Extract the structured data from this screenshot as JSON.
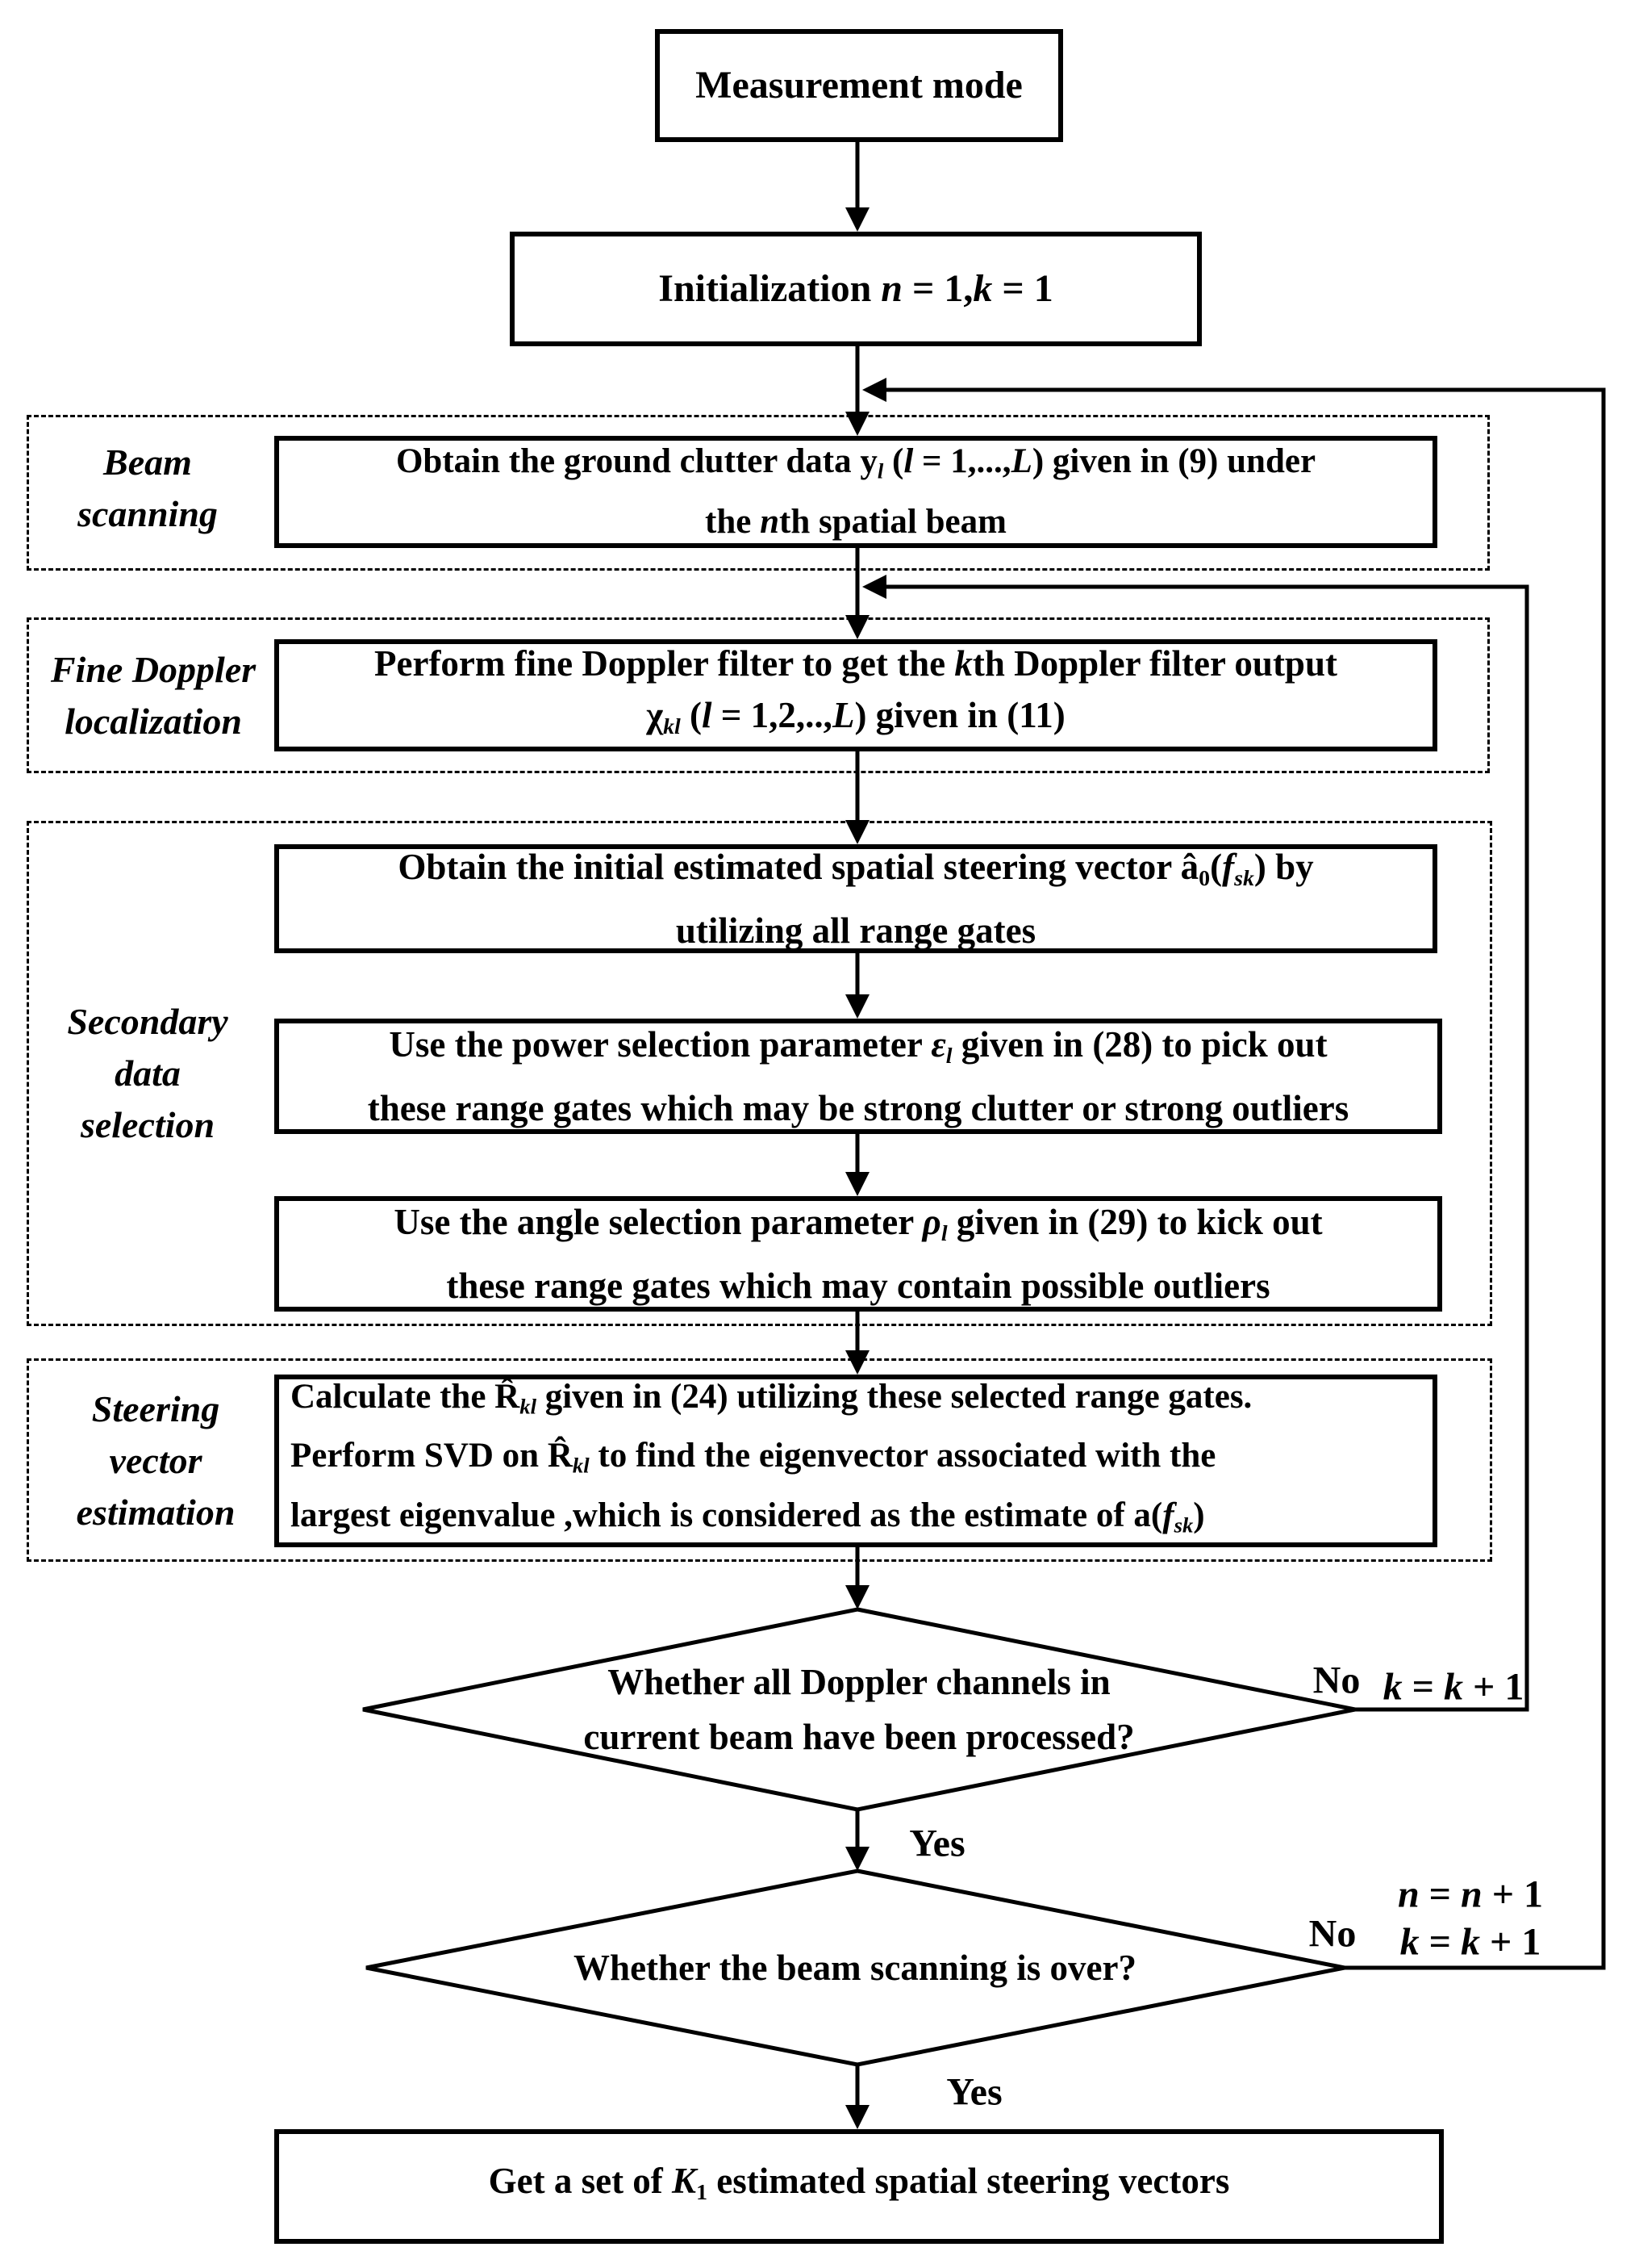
{
  "flow": {
    "start": "Measurement mode",
    "init_segs": [
      {
        "t": "Initialization "
      },
      {
        "t": "n",
        "c": "i"
      },
      {
        "t": " = 1,"
      },
      {
        "t": "k",
        "c": "i"
      },
      {
        "t": " = 1"
      }
    ],
    "groups": {
      "beam": {
        "label": [
          "Beam",
          "scanning"
        ],
        "box": [
          {
            "t": "Obtain the ground clutter data  "
          },
          {
            "t": "y",
            "c": "v"
          },
          {
            "t": "l",
            "c": "sb"
          },
          {
            "t": " ("
          },
          {
            "t": "l",
            "c": "i"
          },
          {
            "t": " = 1,...,"
          },
          {
            "t": "L",
            "c": "i"
          },
          {
            "t": ")  given in (9) under"
          },
          {
            "br": true
          },
          {
            "t": "the "
          },
          {
            "t": "n",
            "c": "i"
          },
          {
            "t": "th spatial beam"
          }
        ]
      },
      "doppler": {
        "label": [
          "Fine Doppler",
          "localization"
        ],
        "box": [
          {
            "t": "Perform fine Doppler filter to get the "
          },
          {
            "t": "k",
            "c": "i"
          },
          {
            "t": "th Doppler filter output"
          },
          {
            "br": true
          },
          {
            "t": "χ",
            "c": "v"
          },
          {
            "t": "kl",
            "c": "sb"
          },
          {
            "t": " ("
          },
          {
            "t": "l",
            "c": "i"
          },
          {
            "t": " = 1,2,..,"
          },
          {
            "t": "L",
            "c": "i"
          },
          {
            "t": ") given in (11)"
          }
        ]
      },
      "secondary": {
        "label": [
          "Secondary",
          "data",
          "selection"
        ],
        "box1": [
          {
            "t": "Obtain the initial estimated spatial steering vector "
          },
          {
            "t": "â",
            "c": "v"
          },
          {
            "t": "0",
            "c": "sbn"
          },
          {
            "t": "("
          },
          {
            "t": "f",
            "c": "i"
          },
          {
            "t": "sk",
            "c": "sb"
          },
          {
            "t": ")  by"
          },
          {
            "br": true
          },
          {
            "t": "utilizing all range gates"
          }
        ],
        "box2": [
          {
            "t": "Use the power selection parameter "
          },
          {
            "t": "ε",
            "c": "i"
          },
          {
            "t": "l",
            "c": "sb"
          },
          {
            "t": " given in (28)  to pick out"
          },
          {
            "br": true
          },
          {
            "t": "these range gates which may be strong clutter or strong outliers"
          }
        ],
        "box3": [
          {
            "t": "Use the angle selection parameter "
          },
          {
            "t": "ρ",
            "c": "i"
          },
          {
            "t": "l",
            "c": "sb"
          },
          {
            "t": "  given in (29) to kick out"
          },
          {
            "br": true
          },
          {
            "t": "these range gates which may contain possible outliers"
          }
        ]
      },
      "steering": {
        "label": [
          "Steering",
          "vector",
          "estimation"
        ],
        "box": [
          {
            "t": "Calculate the "
          },
          {
            "t": "R̂",
            "c": "v"
          },
          {
            "t": "kl",
            "c": "sb"
          },
          {
            "t": " given in (24) utilizing these selected range gates."
          },
          {
            "br": true
          },
          {
            "t": "Perform SVD on "
          },
          {
            "t": "R̂",
            "c": "v"
          },
          {
            "t": "kl",
            "c": "sb"
          },
          {
            "t": " to find the eigenvector associated with the"
          },
          {
            "br": true
          },
          {
            "t": "largest eigenvalue ,which is considered as the estimate of "
          },
          {
            "t": "a",
            "c": "v"
          },
          {
            "t": "("
          },
          {
            "t": "f",
            "c": "i"
          },
          {
            "t": "sk",
            "c": "sb"
          },
          {
            "t": ")"
          }
        ]
      }
    },
    "decision1": {
      "question": [
        {
          "t": "Whether all Doppler channels in"
        },
        {
          "br": true
        },
        {
          "t": "current beam have been processed?"
        }
      ],
      "yes": "Yes",
      "no": "No",
      "action": [
        {
          "t": "k",
          "c": "i"
        },
        {
          "t": " = "
        },
        {
          "t": "k",
          "c": "i"
        },
        {
          "t": " + 1"
        }
      ]
    },
    "decision2": {
      "question": [
        {
          "t": "Whether the beam scanning is over?"
        }
      ],
      "yes": "Yes",
      "no": "No",
      "action1": [
        {
          "t": "n",
          "c": "i"
        },
        {
          "t": " = "
        },
        {
          "t": "n",
          "c": "i"
        },
        {
          "t": " + 1"
        }
      ],
      "action2": [
        {
          "t": "k",
          "c": "i"
        },
        {
          "t": " = "
        },
        {
          "t": "k",
          "c": "i"
        },
        {
          "t": " + 1"
        }
      ]
    },
    "end_segs": [
      {
        "t": "Get a set of "
      },
      {
        "t": "K",
        "c": "i"
      },
      {
        "t": "1",
        "c": "sbn"
      },
      {
        "t": "  estimated spatial steering vectors"
      }
    ],
    "colors": {
      "line": "#000000",
      "background": "#ffffff"
    }
  }
}
